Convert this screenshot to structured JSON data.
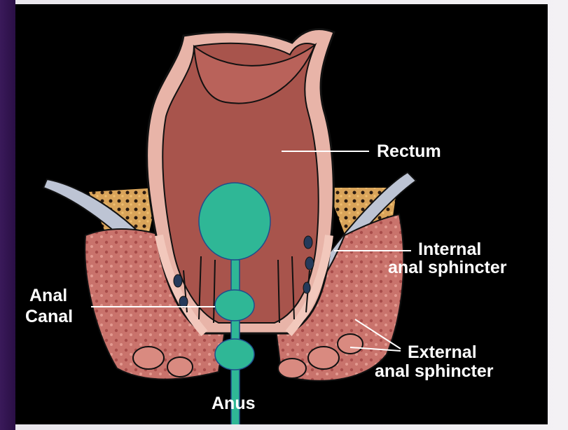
{
  "labels": {
    "rectum": "Rectum",
    "internal_line1": "Internal",
    "internal_line2": "anal sphincter",
    "anal_line1": "Anal",
    "anal_line2": "Canal",
    "external_line1": "External",
    "external_line2": "anal sphincter",
    "anus": "Anus"
  },
  "colors": {
    "rectum_fill": "#a8544c",
    "muscle_fill": "#c9736c",
    "marker_fill": "#2fb796",
    "marker_stroke": "#1e4d8c",
    "background": "#000000"
  }
}
